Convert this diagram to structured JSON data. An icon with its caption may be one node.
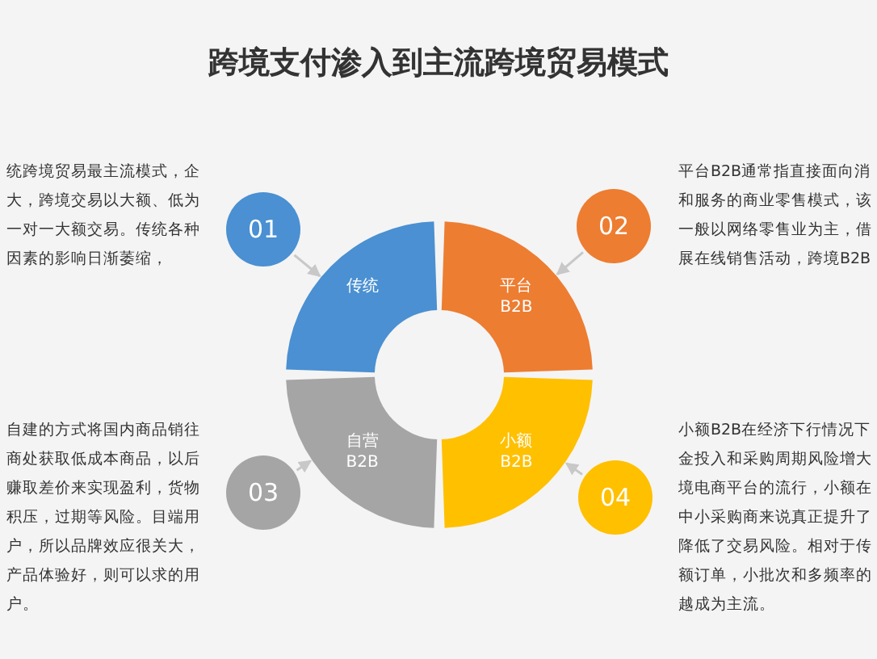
{
  "diagram": {
    "title": "跨境支付渗入到主流跨境贸易模式",
    "nodes": [
      {
        "text": [
          "传统"
        ]
      },
      {
        "text": [
          "平台 B2B"
        ]
      },
      {
        "text": [
          "自营 B2B"
        ]
      },
      {
        "text": [
          "小额 B2B"
        ]
      },
      {
        "text": [
          "01"
        ]
      },
      {
        "text": [
          "02"
        ]
      },
      {
        "text": [
          "03"
        ]
      },
      {
        "text": [
          "04"
        ]
      }
    ],
    "edges": [
      {
        "from": 4,
        "to": 0,
        "arrow": "to"
      },
      {
        "from": 5,
        "to": 1,
        "arrow": "to"
      },
      {
        "from": 6,
        "to": 2,
        "arrow": "to"
      },
      {
        "from": 7,
        "to": 3,
        "arrow": "to"
      }
    ],
    "labels": [
      "统跨境贸易最主流模式，企大，跨境交易以大额、低为一对一大额交易。传统各种因素的影响日渐萎缩，",
      "平台B2B通常指直接面向消和服务的商业零售模式，该一般以网络零售业为主，借展在线销售活动，跨境B2B",
      "自建的方式将国内商品销往商处获取低成本商品，以后赚取差价来实现盈利，货物积压，过期等风险。目端用户，所以品牌效应很关大，产品体验好，则可以求的用户。",
      "小额B2B在经济下行情况下金投入和采购周期风险增大境电商平台的流行，小额在中小采购商来说真正提升了降低了交易风险。相对于传额订单，小批次和多频率的越成为主流。"
    ]
  }
}
